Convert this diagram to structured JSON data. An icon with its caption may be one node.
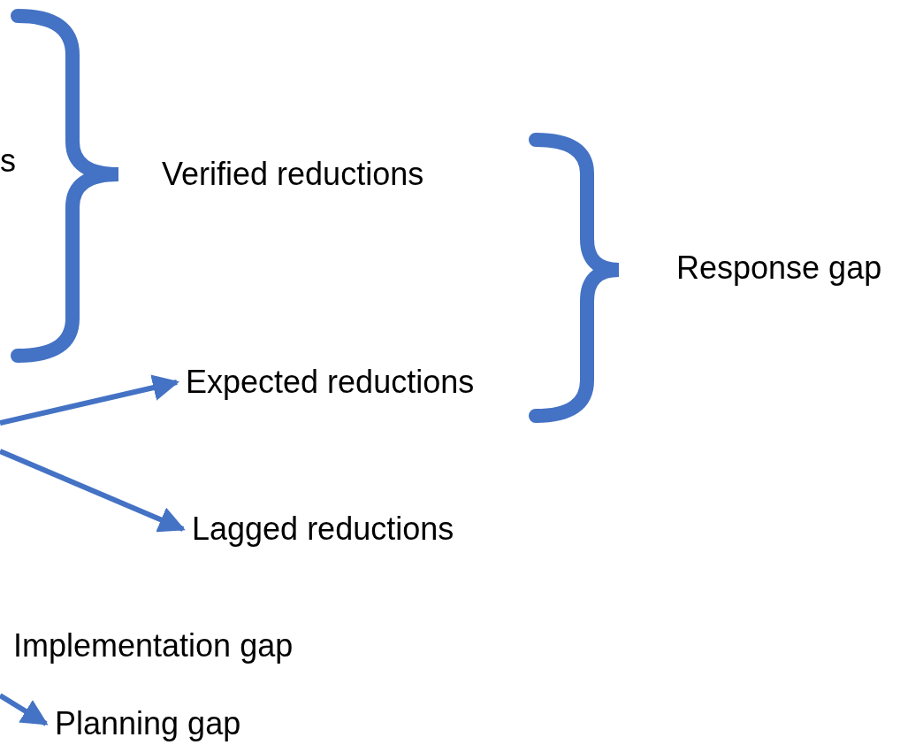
{
  "diagram": {
    "nodes": [
      {
        "text": [
          "Verified reductions"
        ]
      },
      {
        "text": [
          "Response gap"
        ]
      },
      {
        "text": [
          "Expected reductions"
        ]
      },
      {
        "text": [
          "Lagged reductions"
        ]
      },
      {
        "text": [
          "Implementation gap"
        ]
      },
      {
        "text": [
          "Planning gap"
        ]
      }
    ],
    "edges": [
      {
        "from": null,
        "to": 2,
        "arrow": "to"
      },
      {
        "from": null,
        "to": 3,
        "arrow": "to"
      },
      {
        "from": null,
        "to": 5,
        "arrow": "to"
      }
    ],
    "labels": [
      "s"
    ]
  }
}
